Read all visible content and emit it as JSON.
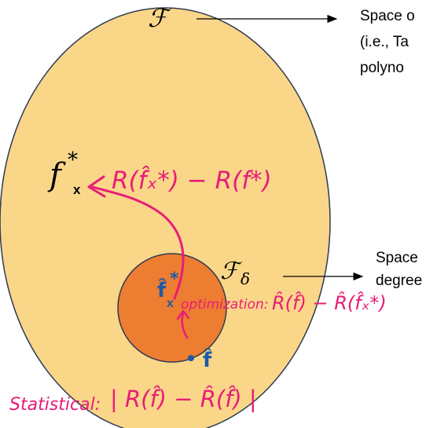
{
  "diagram": {
    "outer_set_symbol": "ℱ",
    "outer_set_note_lines": [
      "Space o",
      "(i.e., Ta",
      "polyno"
    ],
    "inner_set_symbol": "ℱ",
    "inner_set_subscript": "δ",
    "inner_set_note_lines": [
      "Space",
      "degree"
    ],
    "optimal_function_label": "f",
    "optimal_function_sup": "*",
    "optimal_marker": "x",
    "restricted_optimal_label": "f̂",
    "restricted_optimal_marker": "x",
    "empirical_label": "f̂",
    "approx_error_annotation": "R(f̂ₓ*) − R(f*)",
    "optimization_label": "optimization:",
    "optimization_expr": "R̂(f̂) − R̂(f̂ₓ*)",
    "statistical_label": "Statistical:",
    "statistical_expr": "| R(f̂) − R̂(f̂) |"
  },
  "colors": {
    "outer_fill": "#fad689",
    "inner_fill": "#ed7d31",
    "outline": "#2f3b52",
    "ink_pink": "#e81d78",
    "ink_blue": "#1f5aa6"
  }
}
